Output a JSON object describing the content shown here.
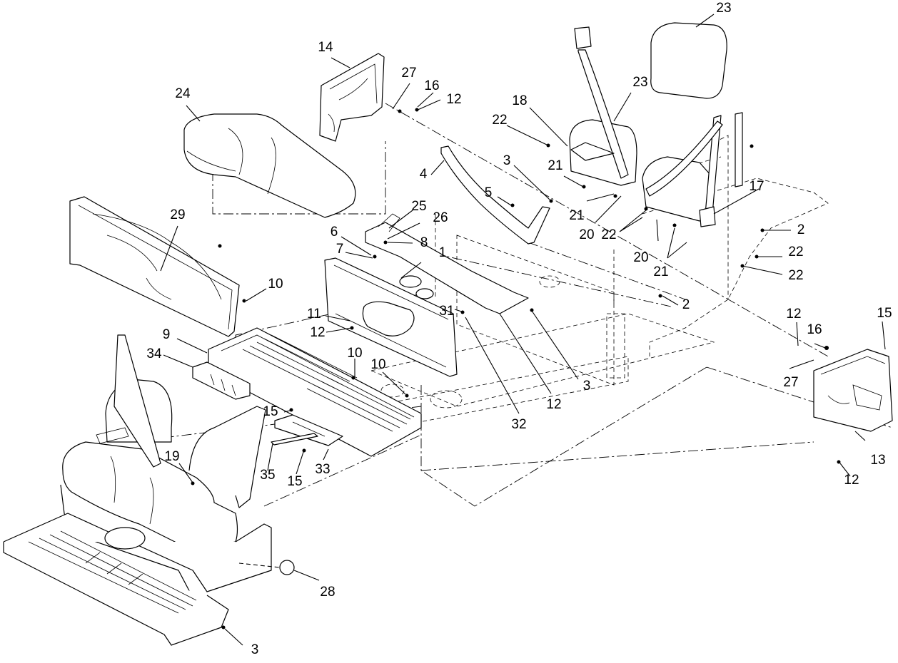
{
  "callouts": [
    {
      "id": "c1",
      "text": "1"
    },
    {
      "id": "c2a",
      "text": "2"
    },
    {
      "id": "c2b",
      "text": "2"
    },
    {
      "id": "c3a",
      "text": "3"
    },
    {
      "id": "c3b",
      "text": "3"
    },
    {
      "id": "c3c",
      "text": "3"
    },
    {
      "id": "c4",
      "text": "4"
    },
    {
      "id": "c5",
      "text": "5"
    },
    {
      "id": "c6",
      "text": "6"
    },
    {
      "id": "c7",
      "text": "7"
    },
    {
      "id": "c8",
      "text": "8"
    },
    {
      "id": "c9",
      "text": "9"
    },
    {
      "id": "c10a",
      "text": "10"
    },
    {
      "id": "c10b",
      "text": "10"
    },
    {
      "id": "c10c",
      "text": "10"
    },
    {
      "id": "c11",
      "text": "11"
    },
    {
      "id": "c12a",
      "text": "12"
    },
    {
      "id": "c12b",
      "text": "12"
    },
    {
      "id": "c12c",
      "text": "12"
    },
    {
      "id": "c12d",
      "text": "12"
    },
    {
      "id": "c12e",
      "text": "12"
    },
    {
      "id": "c13",
      "text": "13"
    },
    {
      "id": "c14",
      "text": "14"
    },
    {
      "id": "c15a",
      "text": "15"
    },
    {
      "id": "c15b",
      "text": "15"
    },
    {
      "id": "c15c",
      "text": "15"
    },
    {
      "id": "c16a",
      "text": "16"
    },
    {
      "id": "c16b",
      "text": "16"
    },
    {
      "id": "c17",
      "text": "17"
    },
    {
      "id": "c18",
      "text": "18"
    },
    {
      "id": "c19",
      "text": "19"
    },
    {
      "id": "c20a",
      "text": "20"
    },
    {
      "id": "c20b",
      "text": "20"
    },
    {
      "id": "c21a",
      "text": "21"
    },
    {
      "id": "c21b",
      "text": "21"
    },
    {
      "id": "c21c",
      "text": "21"
    },
    {
      "id": "c22a",
      "text": "22"
    },
    {
      "id": "c22b",
      "text": "22"
    },
    {
      "id": "c22c",
      "text": "22"
    },
    {
      "id": "c22d",
      "text": "22"
    },
    {
      "id": "c23a",
      "text": "23"
    },
    {
      "id": "c23b",
      "text": "23"
    },
    {
      "id": "c24",
      "text": "24"
    },
    {
      "id": "c25",
      "text": "25"
    },
    {
      "id": "c26",
      "text": "26"
    },
    {
      "id": "c27a",
      "text": "27"
    },
    {
      "id": "c27b",
      "text": "27"
    },
    {
      "id": "c28",
      "text": "28"
    },
    {
      "id": "c29",
      "text": "29"
    },
    {
      "id": "c31",
      "text": "31"
    },
    {
      "id": "c32",
      "text": "32"
    },
    {
      "id": "c33",
      "text": "33"
    },
    {
      "id": "c34",
      "text": "34"
    },
    {
      "id": "c35",
      "text": "35"
    }
  ]
}
